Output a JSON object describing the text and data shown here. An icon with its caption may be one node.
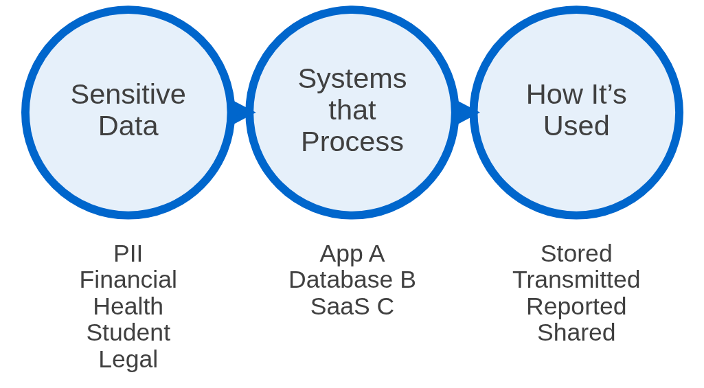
{
  "diagram": {
    "nodes": [
      {
        "text": [
          "Sensitive Data"
        ],
        "beside": [
          "PII",
          "Financial",
          "Health",
          "Student",
          "Legal"
        ]
      },
      {
        "text": [
          "Systems that Process"
        ],
        "beside": [
          "App A",
          "Database B",
          "SaaS C"
        ]
      },
      {
        "text": [
          "How It’s Used"
        ],
        "beside": [
          "Stored",
          "Transmitted",
          "Reported",
          "Shared"
        ]
      }
    ],
    "edges": [
      {
        "from": 0,
        "to": 1,
        "arrow": "to"
      },
      {
        "from": 1,
        "to": 2,
        "arrow": "to"
      }
    ]
  }
}
